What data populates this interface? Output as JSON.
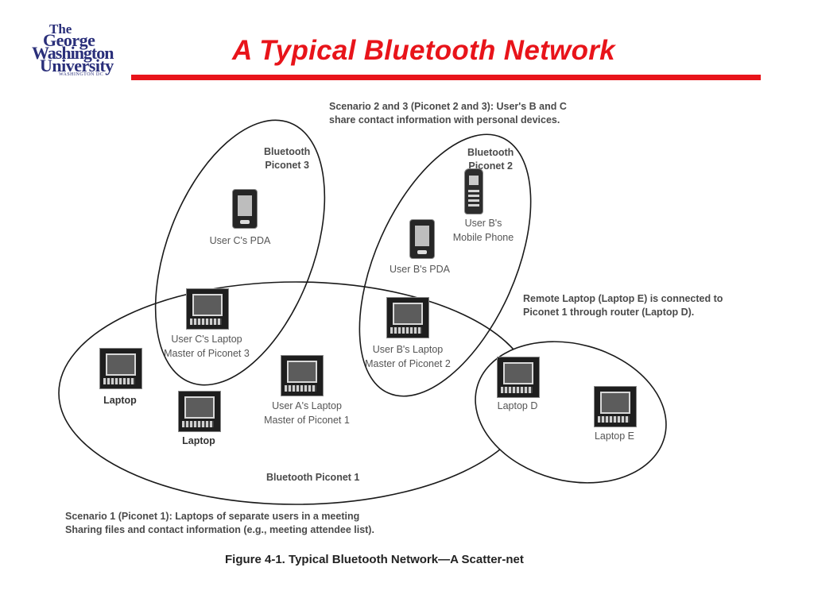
{
  "header": {
    "logo_lines": [
      "The",
      "George",
      "Washington",
      "University",
      "WASHINGTON DC"
    ],
    "title": "A Typical Bluetooth Network",
    "accent_color": "#e8141a"
  },
  "diagram": {
    "piconets": [
      {
        "id": "piconet-1",
        "label": "Bluetooth Piconet 1"
      },
      {
        "id": "piconet-2",
        "label_lines": [
          "Bluetooth",
          "Piconet 2"
        ]
      },
      {
        "id": "piconet-3",
        "label_lines": [
          "Bluetooth",
          "Piconet 3"
        ]
      }
    ],
    "devices": {
      "user_c_pda": {
        "icon": "pda-icon",
        "label": "User C's PDA"
      },
      "user_b_phone": {
        "icon": "mobile-phone-icon",
        "label_lines": [
          "User B's",
          "Mobile Phone"
        ]
      },
      "user_b_pda": {
        "icon": "pda-icon",
        "label": "User B's PDA"
      },
      "user_c_laptop": {
        "icon": "laptop-icon",
        "label_lines": [
          "User C's Laptop",
          "Master of Piconet 3"
        ]
      },
      "user_b_laptop": {
        "icon": "laptop-icon",
        "label_lines": [
          "User B's Laptop",
          "Master of Piconet 2"
        ]
      },
      "laptop_left": {
        "icon": "laptop-icon",
        "label": "Laptop"
      },
      "laptop_bottom": {
        "icon": "laptop-icon",
        "label": "Laptop"
      },
      "user_a_laptop": {
        "icon": "laptop-icon",
        "label_lines": [
          "User A's Laptop",
          "Master of Piconet 1"
        ]
      },
      "laptop_d": {
        "icon": "laptop-icon",
        "label": "Laptop D"
      },
      "laptop_e": {
        "icon": "laptop-icon",
        "label": "Laptop E"
      }
    },
    "annotations": {
      "scenario_2_3": [
        "Scenario 2  and 3 (Piconet 2 and 3): User's B and C",
        "share  contact  information with personal devices."
      ],
      "remote": [
        "Remote Laptop (Laptop E) is connected to",
        "Piconet 1 through router (Laptop D)."
      ],
      "scenario_1": [
        "Scenario 1 (Piconet 1): Laptops of separate users in a meeting",
        "Sharing files and contact information (e.g., meeting attendee list)."
      ]
    },
    "caption": "Figure 4-1.  Typical Bluetooth Network—A Scatter-net"
  }
}
